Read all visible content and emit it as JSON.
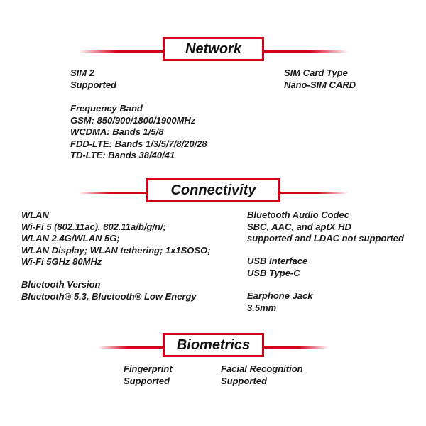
{
  "network": {
    "title": "Network",
    "sim": {
      "label": "SIM 2",
      "value": "Supported"
    },
    "sim_type": {
      "label": "SIM Card Type",
      "value": "Nano-SIM CARD"
    },
    "frequency": {
      "label": "Frequency Band",
      "lines": [
        "GSM: 850/900/1800/1900MHz",
        "WCDMA: Bands 1/5/8",
        "FDD-LTE: Bands 1/3/5/7/8/20/28",
        "TD-LTE: Bands 38/40/41"
      ]
    }
  },
  "connectivity": {
    "title": "Connectivity",
    "wlan": {
      "label": "WLAN",
      "lines": [
        "Wi-Fi 5 (802.11ac), 802.11a/b/g/n/;",
        "WLAN 2.4G/WLAN 5G;",
        "WLAN Display; WLAN tethering; 1x1SOSO;",
        "Wi-Fi 5GHz 80MHz"
      ]
    },
    "bluetooth": {
      "label": "Bluetooth Version",
      "value": "Bluetooth® 5.3, Bluetooth® Low Energy"
    },
    "codec": {
      "label": "Bluetooth Audio Codec",
      "lines": [
        "SBC, AAC, and aptX HD",
        "supported and LDAC not supported"
      ]
    },
    "usb": {
      "label": "USB Interface",
      "value": "USB Type-C"
    },
    "jack": {
      "label": "Earphone Jack",
      "value": "3.5mm"
    }
  },
  "biometrics": {
    "title": "Biometrics",
    "fingerprint": {
      "label": "Fingerprint",
      "value": "Supported"
    },
    "face": {
      "label": "Facial Recognition",
      "value": "Supported"
    }
  },
  "colors": {
    "accent": "#d4001a",
    "text": "#1a1a1a"
  }
}
